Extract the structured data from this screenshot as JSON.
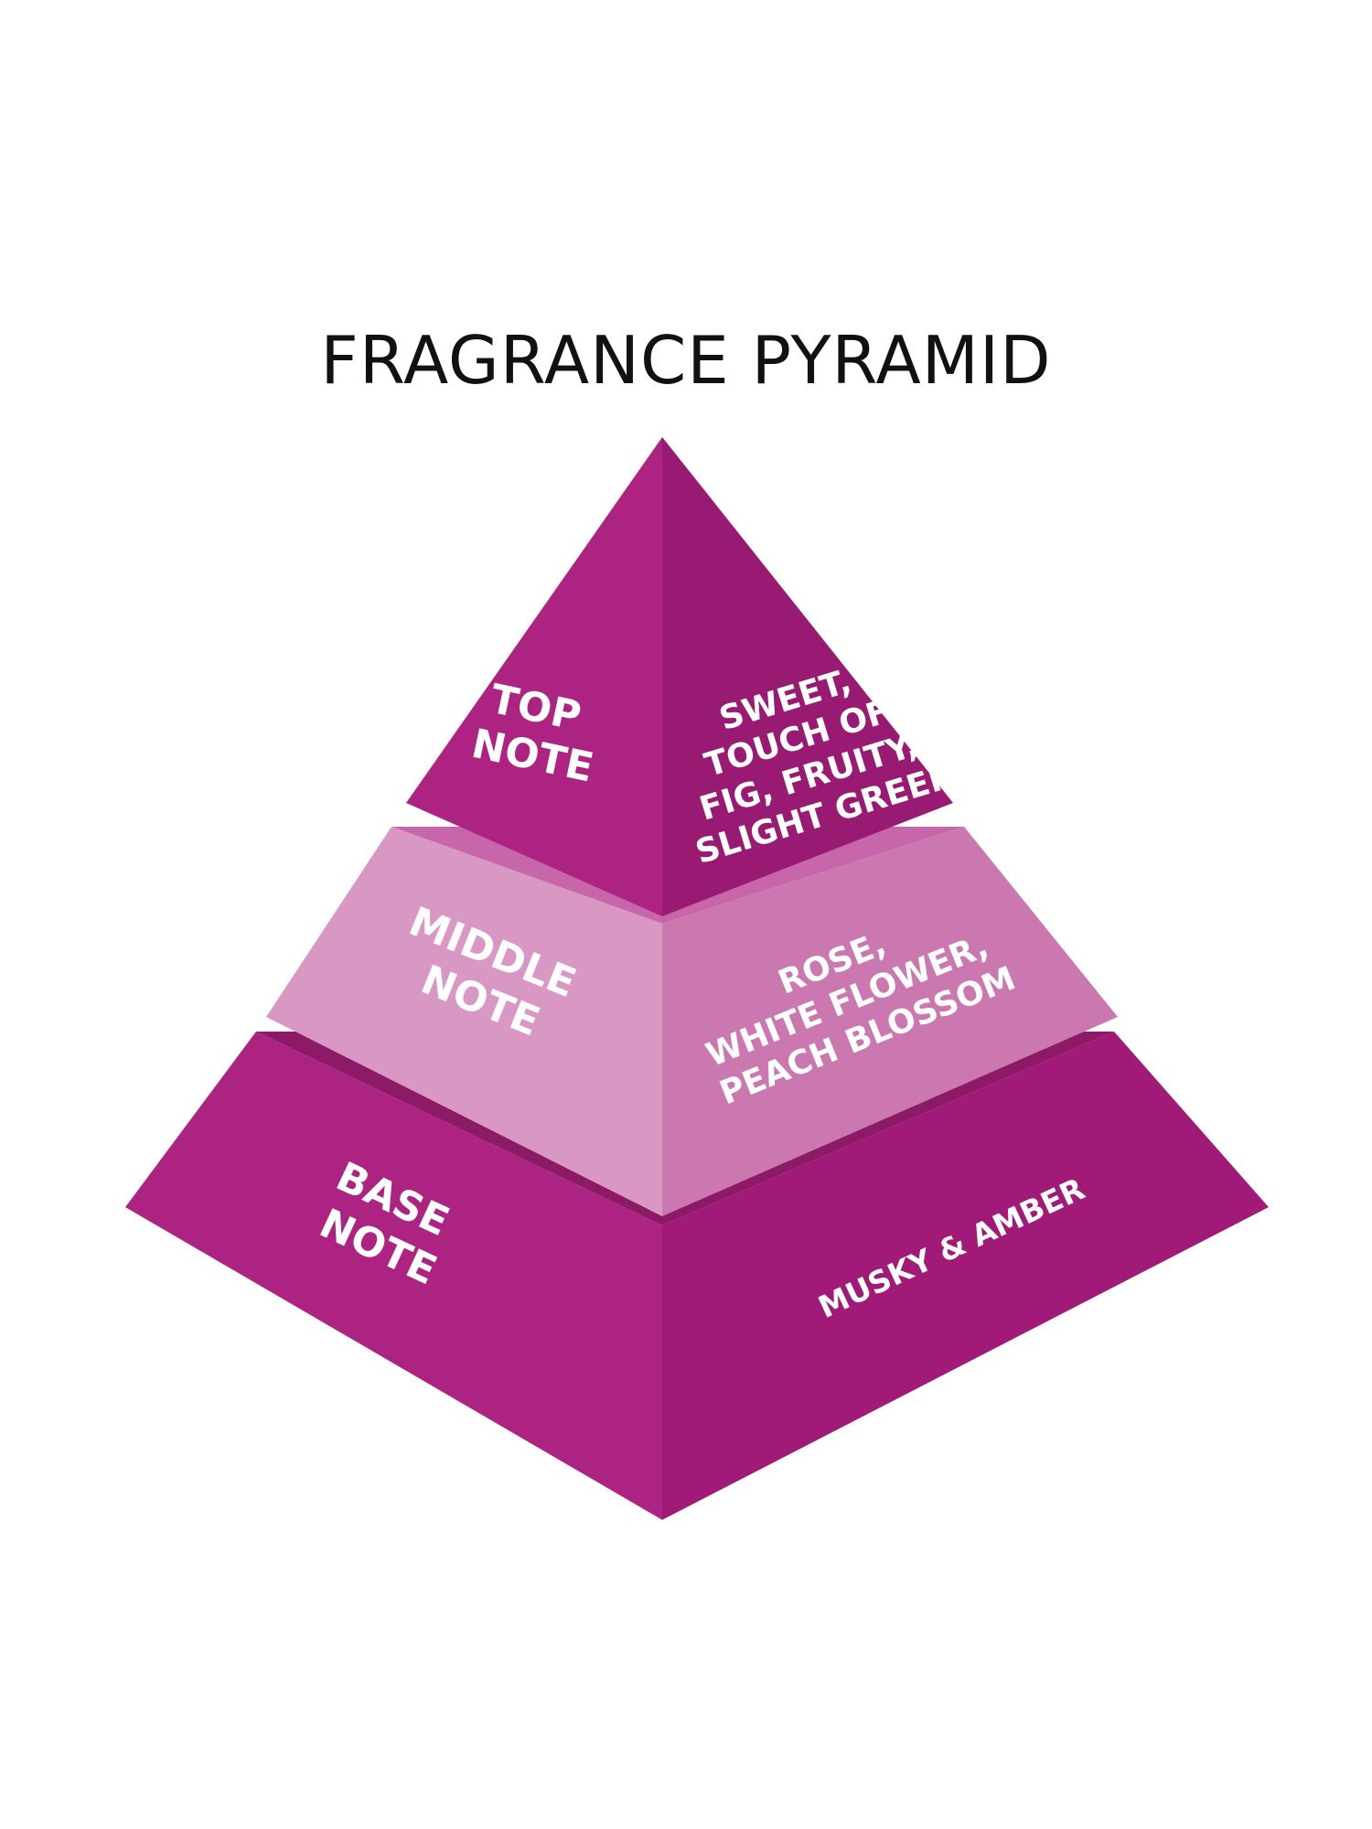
{
  "title": "FRAGRANCE PYRAMID",
  "colors": {
    "top_left_face": "#ad2381",
    "top_right_face": "#981a72",
    "middle_left_face": "#d998c3",
    "middle_right_face": "#cb78b1",
    "middle_top_ledge": "#c767a9",
    "base_left_face": "#ad2381",
    "base_right_face": "#a11a77",
    "base_top_ledge": "#8c1a66",
    "text": "#ffffff"
  },
  "tiers": [
    {
      "name": "top",
      "label_lines": [
        "TOP",
        "NOTE"
      ],
      "notes_lines": [
        "SWEET,",
        "TOUCH OF",
        "FIG, FRUITY,",
        "SLIGHT GREEN"
      ]
    },
    {
      "name": "middle",
      "label_lines": [
        "MIDDLE",
        "NOTE"
      ],
      "notes_lines": [
        "ROSE,",
        "WHITE FLOWER,",
        "PEACH BLOSSOM"
      ]
    },
    {
      "name": "base",
      "label_lines": [
        "BASE",
        "NOTE"
      ],
      "notes_lines": [
        "MUSKY & AMBER"
      ]
    }
  ]
}
